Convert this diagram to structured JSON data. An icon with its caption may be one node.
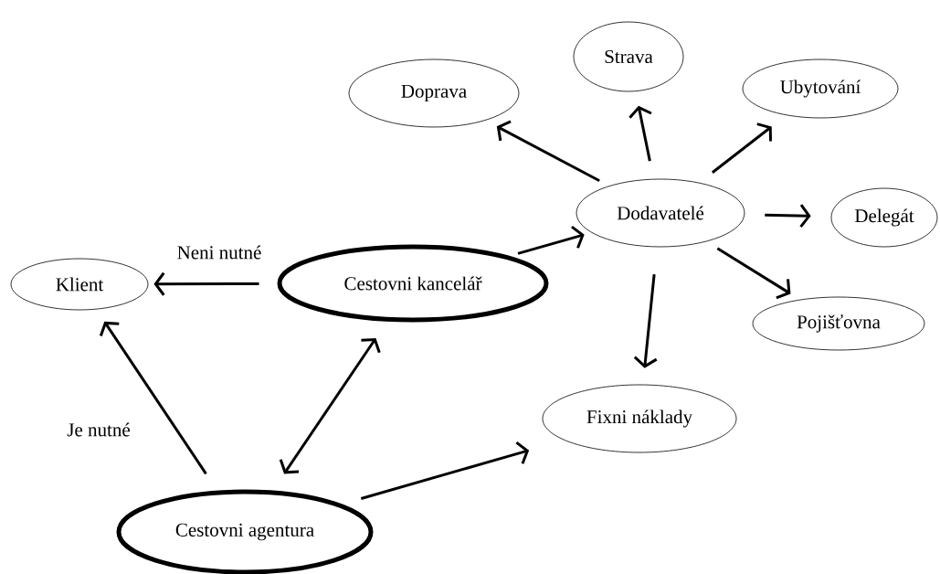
{
  "diagram": {
    "nodes": [
      {
        "text": [
          "Strava"
        ]
      },
      {
        "text": [
          "Doprava"
        ]
      },
      {
        "text": [
          "Ubytování"
        ]
      },
      {
        "text": [
          "Dodavatelé"
        ]
      },
      {
        "text": [
          "Delegát"
        ]
      },
      {
        "text": [
          "Klient"
        ]
      },
      {
        "text": [
          "Cestovni kancelář"
        ]
      },
      {
        "text": [
          "Pojišťovna"
        ]
      },
      {
        "text": [
          "Fixni náklady"
        ]
      },
      {
        "text": [
          "Cestovni agentura"
        ]
      }
    ],
    "edges": [
      {
        "from": 3,
        "to": 1,
        "arrow": "to"
      },
      {
        "from": 3,
        "to": 0,
        "arrow": "to"
      },
      {
        "from": 3,
        "to": 2,
        "arrow": "to"
      },
      {
        "from": 3,
        "to": 4,
        "arrow": "to"
      },
      {
        "from": 3,
        "to": 7,
        "arrow": "to"
      },
      {
        "from": 3,
        "to": 8,
        "arrow": "to"
      },
      {
        "from": 6,
        "to": 3,
        "arrow": "to"
      },
      {
        "from": 6,
        "to": 5,
        "arrow": "to",
        "label": "Neni nutné"
      },
      {
        "from": 9,
        "to": 5,
        "arrow": "to",
        "label": "Je nutné"
      },
      {
        "from": 6,
        "to": 9,
        "arrow": "both"
      },
      {
        "from": 9,
        "to": 8,
        "arrow": "to"
      }
    ]
  }
}
